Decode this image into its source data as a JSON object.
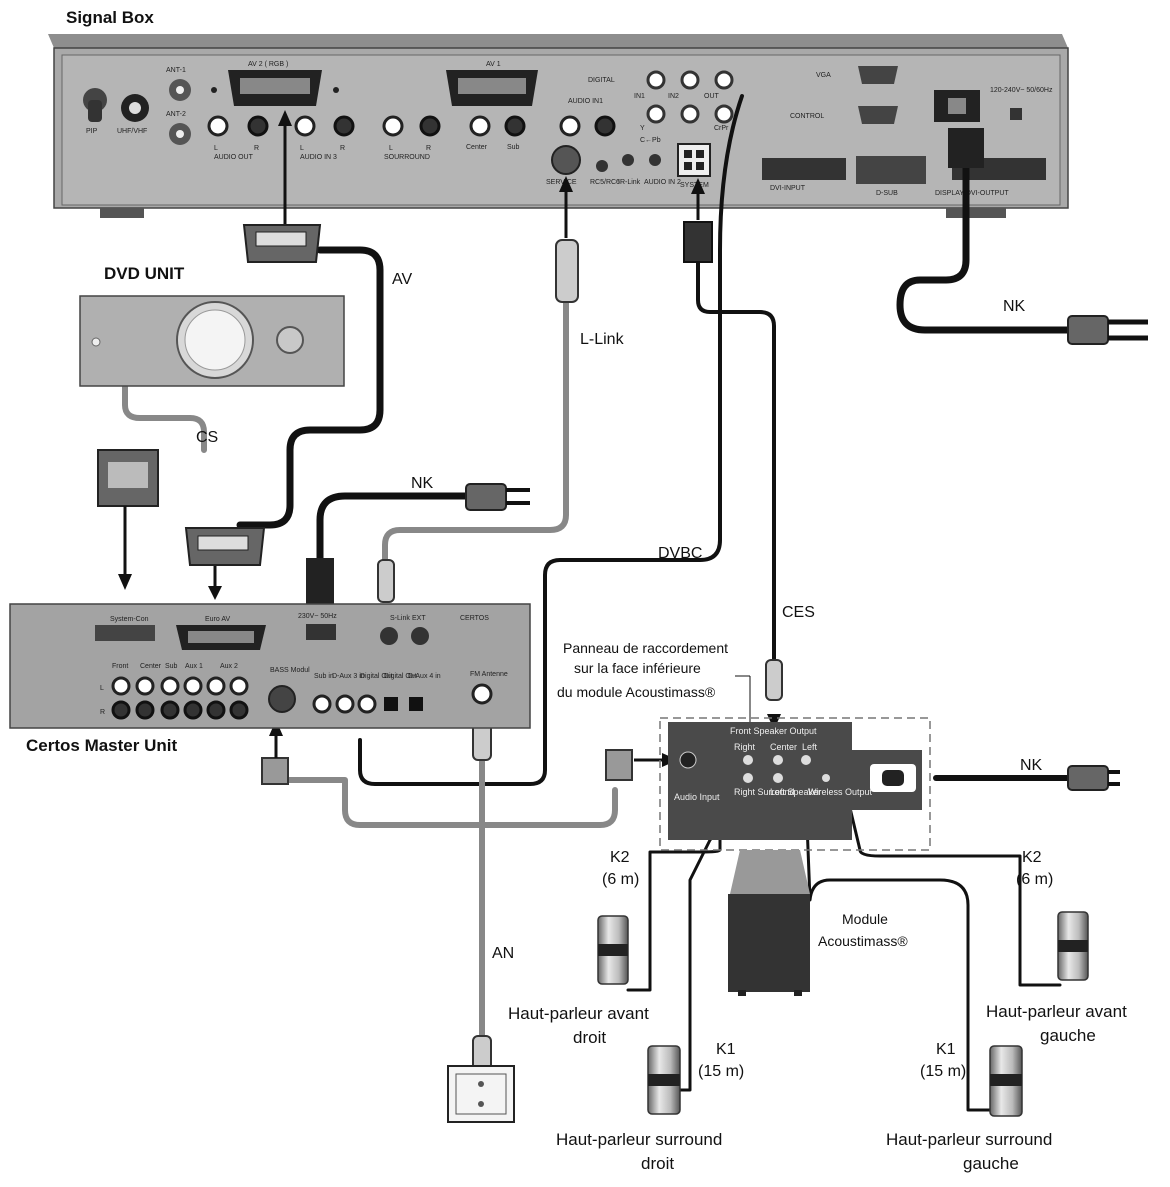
{
  "titles": {
    "signal_box": "Signal Box",
    "dvd_unit": "DVD UNIT",
    "certos_master": "Certos Master Unit"
  },
  "signal_box_labels": {
    "ant1": "ANT-1",
    "ant2": "ANT-2",
    "uhf": "UHF/VHF",
    "pip": "PIP",
    "av2": "AV 2 ( RGB )",
    "av1": "AV 1",
    "audio_out": "AUDIO OUT",
    "audio_in3": "AUDIO IN 3",
    "surround": "SOURROUND",
    "center": "Center",
    "sub": "Sub",
    "l": "L",
    "r": "R",
    "digital": "DIGITAL",
    "audio_in1": "AUDIO IN1",
    "in1": "IN1",
    "in2": "IN2",
    "out": "OUT",
    "y": "Y",
    "cbpb": "C←Pb",
    "crpr": "CrPr",
    "service": "SERVICE",
    "rc5": "RC5/RC6",
    "irlink": "IR-Link",
    "audio_in2": "AUDIO IN 2",
    "system": "SYSTEM",
    "vga": "VGA",
    "control": "CONTROL",
    "power": "120-240V~ 50/60Hz",
    "dvi_input": "DVI-INPUT",
    "dsub": "D-SUB",
    "display_dvi": "DISPLAY DVI-OUTPUT"
  },
  "certos_labels": {
    "system_con": "System-Con",
    "euro_av": "Euro AV",
    "certos": "CERTOS",
    "slink": "S-Link",
    "ext": "EXT",
    "power": "230V~ 50Hz",
    "front": "Front",
    "center": "Center",
    "sub": "Sub",
    "aux1": "Aux 1",
    "aux2": "Aux 2",
    "bass_modul": "BASS Modul",
    "sub_in": "Sub in",
    "daux3": "D-Aux 3 in",
    "digital_out": "Digital Out",
    "digital_out2": "Digital Out",
    "daux4": "D-Aux 4 in",
    "fm": "FM Antenne",
    "l": "L",
    "r": "R"
  },
  "cables": {
    "av": "AV",
    "nk_top": "NK",
    "llink": "L-Link",
    "cs": "CS",
    "nk_mid": "NK",
    "dvbc": "DVBC",
    "ces": "CES",
    "nk_right": "NK",
    "an": "AN",
    "k2_left": "K2",
    "k2_left_len": "(6 m)",
    "k2_right": "K2",
    "k2_right_len": "(6 m)",
    "k1_left": "K1",
    "k1_left_len": "(15 m)",
    "k1_right": "K1",
    "k1_right_len": "(15 m)"
  },
  "acoustimass_panel": {
    "note_line1": "Panneau de raccordement",
    "note_line2": "sur la face inférieure",
    "note_line3": "du module Acoustimass®",
    "front_output": "Front Speaker Output",
    "right": "Right",
    "center": "Center",
    "left": "Left",
    "right_surround": "Right Surround",
    "left_speaker": "Left Speaker",
    "wireless_output": "Wireless Output",
    "audio_input": "Audio Input"
  },
  "module": {
    "line1": "Module",
    "line2": "Acoustimass®"
  },
  "speakers": {
    "front_right_1": "Haut-parleur avant",
    "front_right_2": "droit",
    "front_left_1": "Haut-parleur avant",
    "front_left_2": "gauche",
    "surround_right_1": "Haut-parleur surround",
    "surround_right_2": "droit",
    "surround_left_1": "Haut-parleur surround",
    "surround_left_2": "gauche"
  }
}
